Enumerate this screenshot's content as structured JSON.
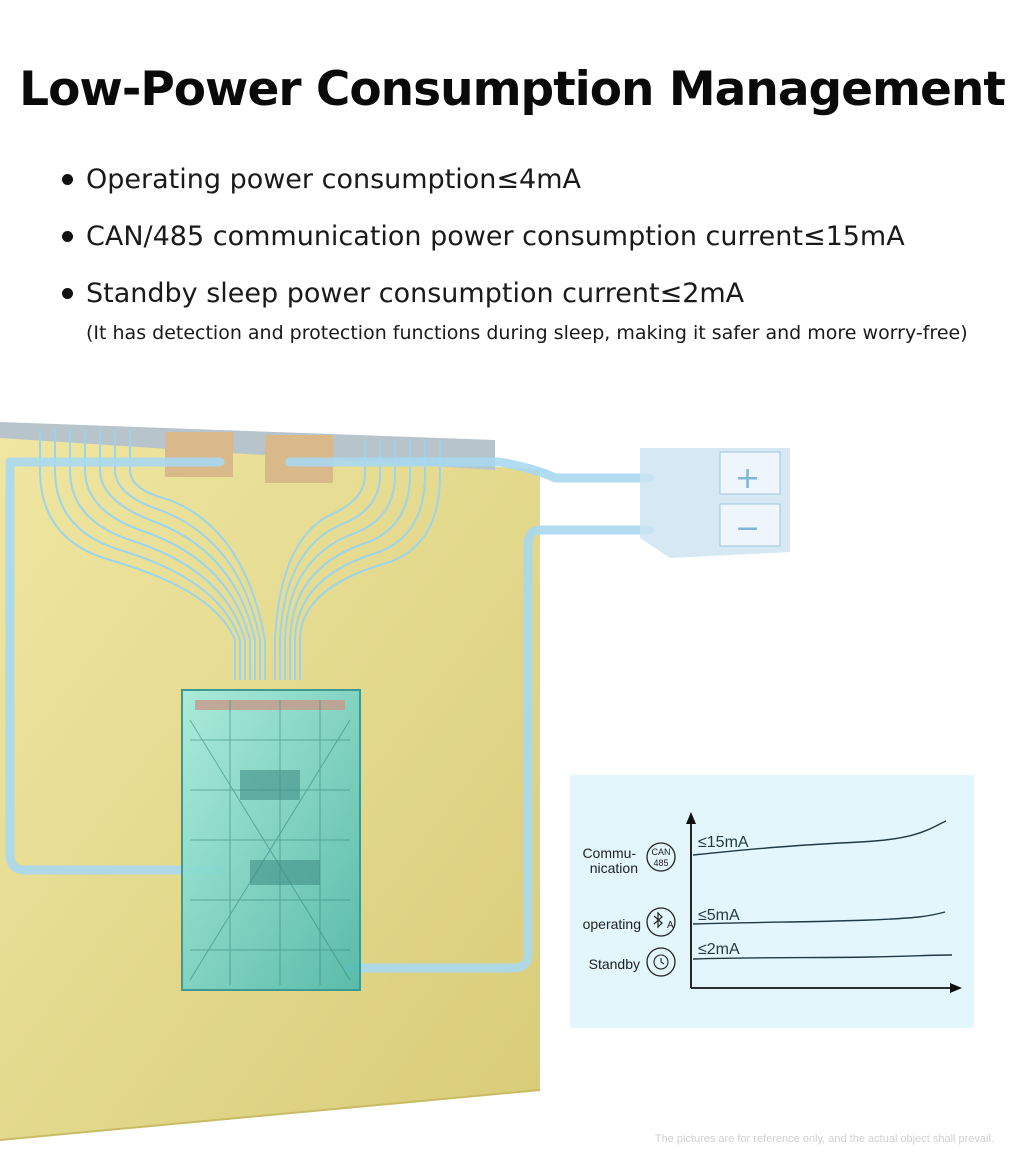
{
  "title": "Low-Power Consumption Management",
  "bullets": [
    "Operating power consumption≤4mA",
    "CAN/485 communication power consumption current≤15mA",
    "Standby sleep power consumption current≤2mA"
  ],
  "note": "(It has detection and protection functions during sleep, making it safer and more worry-free)",
  "diagram": {
    "terminal_plus": "+",
    "terminal_minus": "−"
  },
  "chart_data": {
    "type": "line",
    "series": [
      {
        "name": "Commu-\nnication",
        "label": "≤15mA"
      },
      {
        "name": "operating",
        "label": "≤5mA"
      },
      {
        "name": "Standby",
        "label": "≤2mA"
      }
    ],
    "icons": [
      "can-485-icon",
      "bluetooth-icon",
      "clock-icon"
    ],
    "icon_text": {
      "can_top": "CAN",
      "can_bottom": "485",
      "bluetooth_sub": "A"
    }
  },
  "footer": "The pictures are for reference only, and the actual object shall prevail.",
  "colors": {
    "battery": "#e6dc8c",
    "pipe": "#a9d8f0",
    "board": "#7dd3c8",
    "panel": "#e3f6fb"
  }
}
